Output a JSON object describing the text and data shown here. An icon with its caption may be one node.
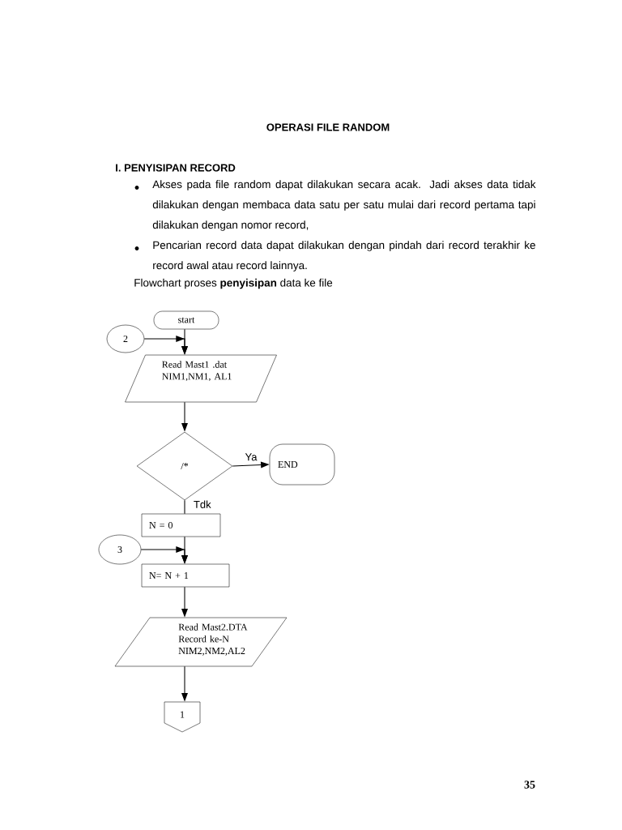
{
  "diagram": {
    "title": "OPERASI FILE RANDOM",
    "nodes": [
      {
        "text": [
          "start"
        ]
      },
      {
        "text": [
          "2"
        ]
      },
      {
        "text": [
          "Read Mast1 .dat",
          "NIM1,NM1, AL1"
        ]
      },
      {
        "text": [
          "/*"
        ]
      },
      {
        "text": [
          "END"
        ]
      },
      {
        "text": [
          "N = 0"
        ]
      },
      {
        "text": [
          "3"
        ]
      },
      {
        "text": [
          "N= N + 1"
        ]
      },
      {
        "text": [
          "Read Mast2.DTA",
          "Record ke-N",
          "NIM2,NM2,AL2"
        ]
      },
      {
        "text": [
          "1"
        ]
      }
    ],
    "edges": [
      {
        "from": 0,
        "to": 2,
        "arrow": "to"
      },
      {
        "from": 1,
        "to": 2,
        "arrow": "to"
      },
      {
        "from": 2,
        "to": 3,
        "arrow": "to"
      },
      {
        "from": 3,
        "to": 4,
        "arrow": "to",
        "label": "Ya"
      },
      {
        "from": 3,
        "to": 5,
        "arrow": "none",
        "label": "Tdk"
      },
      {
        "from": 5,
        "to": 7,
        "arrow": "to"
      },
      {
        "from": 6,
        "to": 7,
        "arrow": "to"
      },
      {
        "from": 7,
        "to": 8,
        "arrow": "to"
      },
      {
        "from": 8,
        "to": 9,
        "arrow": "to"
      }
    ],
    "labels": [
      "I. PENYISIPAN RECORD",
      "Akses pada file random dapat dilakukan secara acak. Jadi akses data tidak dilakukan dengan membaca data satu per satu mulai dari record pertama tapi dilakukan dengan nomor record,",
      "Pencarian record data dapat dilakukan dengan pindah dari record terakhir ke record awal atau record lainnya.",
      "Flowchart proses **penyisipan** data ke file",
      "35"
    ]
  }
}
